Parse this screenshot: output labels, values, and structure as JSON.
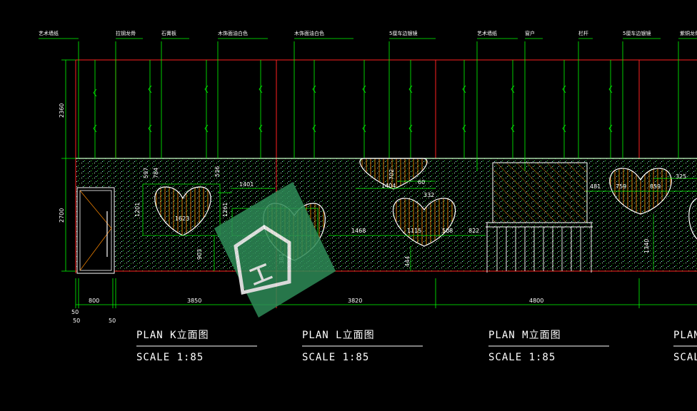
{
  "callouts": [
    "艺术墙纸",
    "拉钢龙骨",
    "石膏板",
    "木饰面油白色",
    "木饰面油白色",
    "5厘车边银镜",
    "艺术墙纸",
    "窗户",
    "栏杆",
    "5厘车边银镜",
    "紫铜龙骨"
  ],
  "dimensions": {
    "height_upper": "2360",
    "height_lower": "2700",
    "bottom": [
      "800",
      "3850",
      "3820",
      "4800"
    ],
    "small_50_a": "50",
    "small_50_b": "50",
    "small_50_c": "50",
    "hearts": [
      "597",
      "784",
      "536",
      "1201",
      "1623",
      "1261",
      "1401",
      "903",
      "381",
      "1468",
      "702",
      "1404",
      "60",
      "332",
      "1115",
      "508",
      "822",
      "444",
      "481",
      "759",
      "859",
      "325",
      "1340"
    ]
  },
  "plans": [
    {
      "title": "PLAN  K立面图",
      "scale": "SCALE  1:85"
    },
    {
      "title": "PLAN  L立面图",
      "scale": "SCALE  1:85"
    },
    {
      "title": "PLAN  M立面图",
      "scale": "SCALE  1:85"
    },
    {
      "title": "PLAN",
      "scale": "SCALE"
    }
  ],
  "colors": {
    "background": "#000000",
    "wall_line": "#ff2020",
    "leader": "#00ff00",
    "text": "#ffffff",
    "hatch": "#ff8a00",
    "watermark": "#2e8b57"
  },
  "watermark": {
    "icon": "house-logo-watermark",
    "text": "工"
  }
}
